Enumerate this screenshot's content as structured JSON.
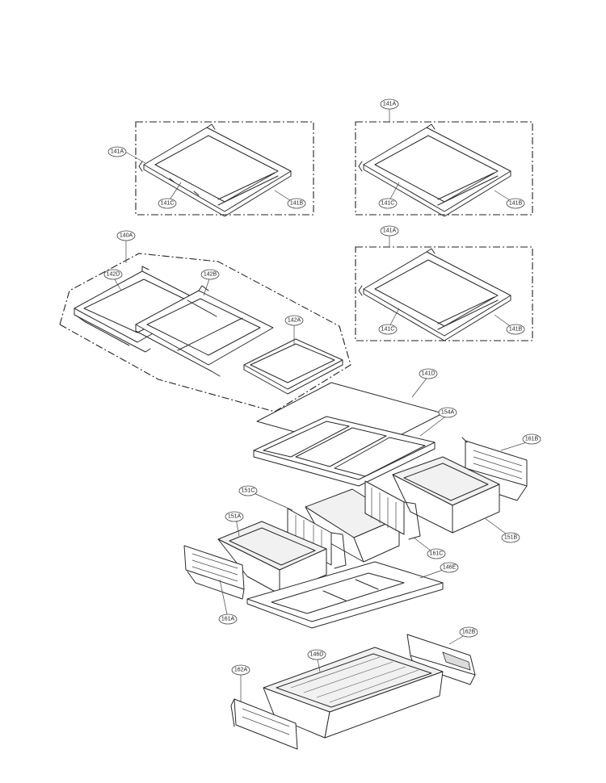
{
  "callouts": {
    "c141A_1": "141A",
    "c141C_1": "141C",
    "c141B_1": "141B",
    "c141A_2": "141A",
    "c141C_2": "141C",
    "c141B_2": "141B",
    "c140A": "140A",
    "c142D": "142D",
    "c142B": "142B",
    "c142A": "142A",
    "c141A_3": "141A",
    "c141C_3": "141C",
    "c141B_3": "141B",
    "c141D": "141D",
    "c154A": "154A",
    "c161B": "161B",
    "c151C": "151C",
    "c151A": "151A",
    "c151B": "151B",
    "c161C": "161C",
    "c146E": "146E",
    "c161A": "161A",
    "c162B": "162B",
    "c146D": "146D",
    "c162A": "162A"
  }
}
